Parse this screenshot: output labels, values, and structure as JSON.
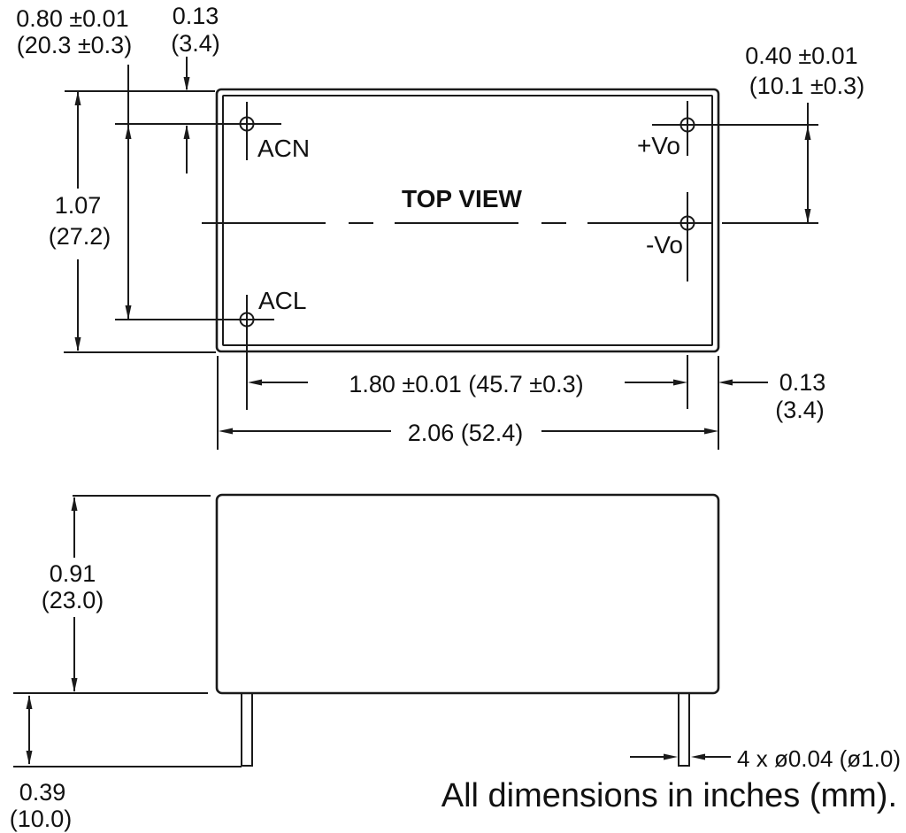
{
  "drawing": {
    "top_view_title": "TOP VIEW",
    "footer_note": "All dimensions in inches (mm).",
    "pins": {
      "acn": "ACN",
      "acl": "ACL",
      "vo_plus": "+Vo",
      "vo_minus": "-Vo"
    },
    "dims": {
      "pin_col_offset_in": "0.80 ±0.01",
      "pin_col_offset_mm": "(20.3 ±0.3)",
      "acn_top_offset_in": "0.13",
      "acn_top_offset_mm": "(3.4)",
      "vo_spacing_in": "0.40 ±0.01",
      "vo_spacing_mm": "(10.1 ±0.3)",
      "body_depth_in": "1.07",
      "body_depth_mm": "(27.2)",
      "pin_span": "1.80 ±0.01 (45.7 ±0.3)",
      "body_length": "2.06 (52.4)",
      "vo_edge_offset_in": "0.13",
      "vo_edge_offset_mm": "(3.4)",
      "body_height_in": "0.91",
      "body_height_mm": "(23.0)",
      "pin_length_in": "0.39",
      "pin_length_mm": "(10.0)",
      "pin_diameter": "4 x ø0.04 (ø1.0)"
    },
    "colors": {
      "line": "#1a1a1a",
      "background": "#ffffff"
    }
  }
}
